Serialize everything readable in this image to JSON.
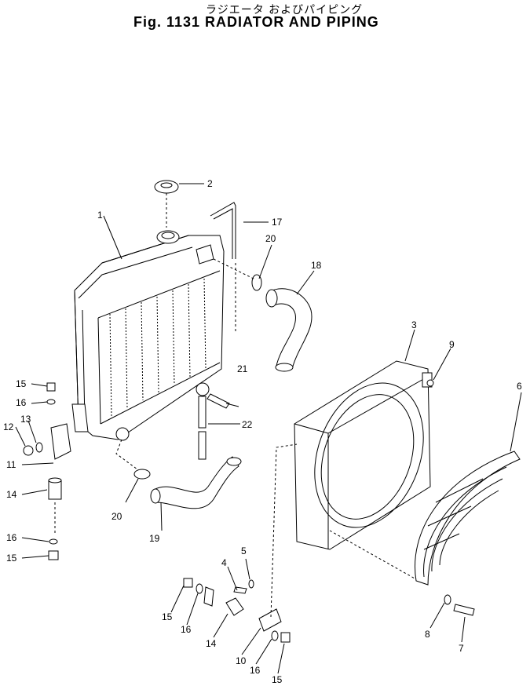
{
  "header": {
    "title_jp": "ラジエータ およびパイピング",
    "title_en": "Fig. 1131 RADIATOR AND PIPING"
  },
  "callouts": [
    "1",
    "2",
    "3",
    "4",
    "5",
    "6",
    "7",
    "8",
    "9",
    "10",
    "11",
    "12",
    "13",
    "14",
    "14",
    "15",
    "15",
    "15",
    "15",
    "16",
    "16",
    "16",
    "16",
    "17",
    "18",
    "19",
    "20",
    "20",
    "21",
    "22"
  ]
}
